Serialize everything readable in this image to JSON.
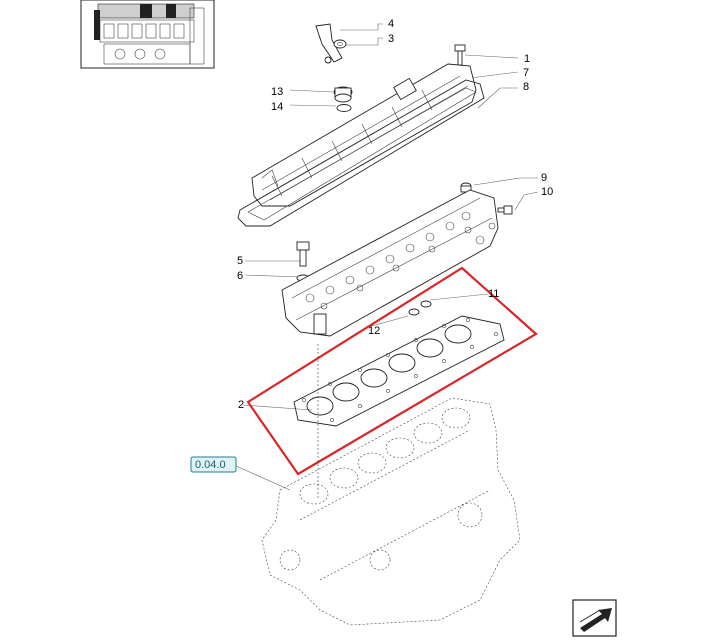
{
  "diagram": {
    "callouts": [
      {
        "id": "1",
        "label": "1"
      },
      {
        "id": "2",
        "label": "2"
      },
      {
        "id": "3",
        "label": "3"
      },
      {
        "id": "4",
        "label": "4"
      },
      {
        "id": "5",
        "label": "5"
      },
      {
        "id": "6",
        "label": "6"
      },
      {
        "id": "7",
        "label": "7"
      },
      {
        "id": "8",
        "label": "8"
      },
      {
        "id": "9",
        "label": "9"
      },
      {
        "id": "10",
        "label": "10"
      },
      {
        "id": "11",
        "label": "11"
      },
      {
        "id": "12",
        "label": "12"
      },
      {
        "id": "13",
        "label": "13"
      },
      {
        "id": "14",
        "label": "14"
      }
    ],
    "reference_tag": "0.04.0",
    "highlight_color": "#d9262b",
    "reference_tag_color": "#2a7d8c",
    "nav_icon": "arrow-back-icon"
  }
}
